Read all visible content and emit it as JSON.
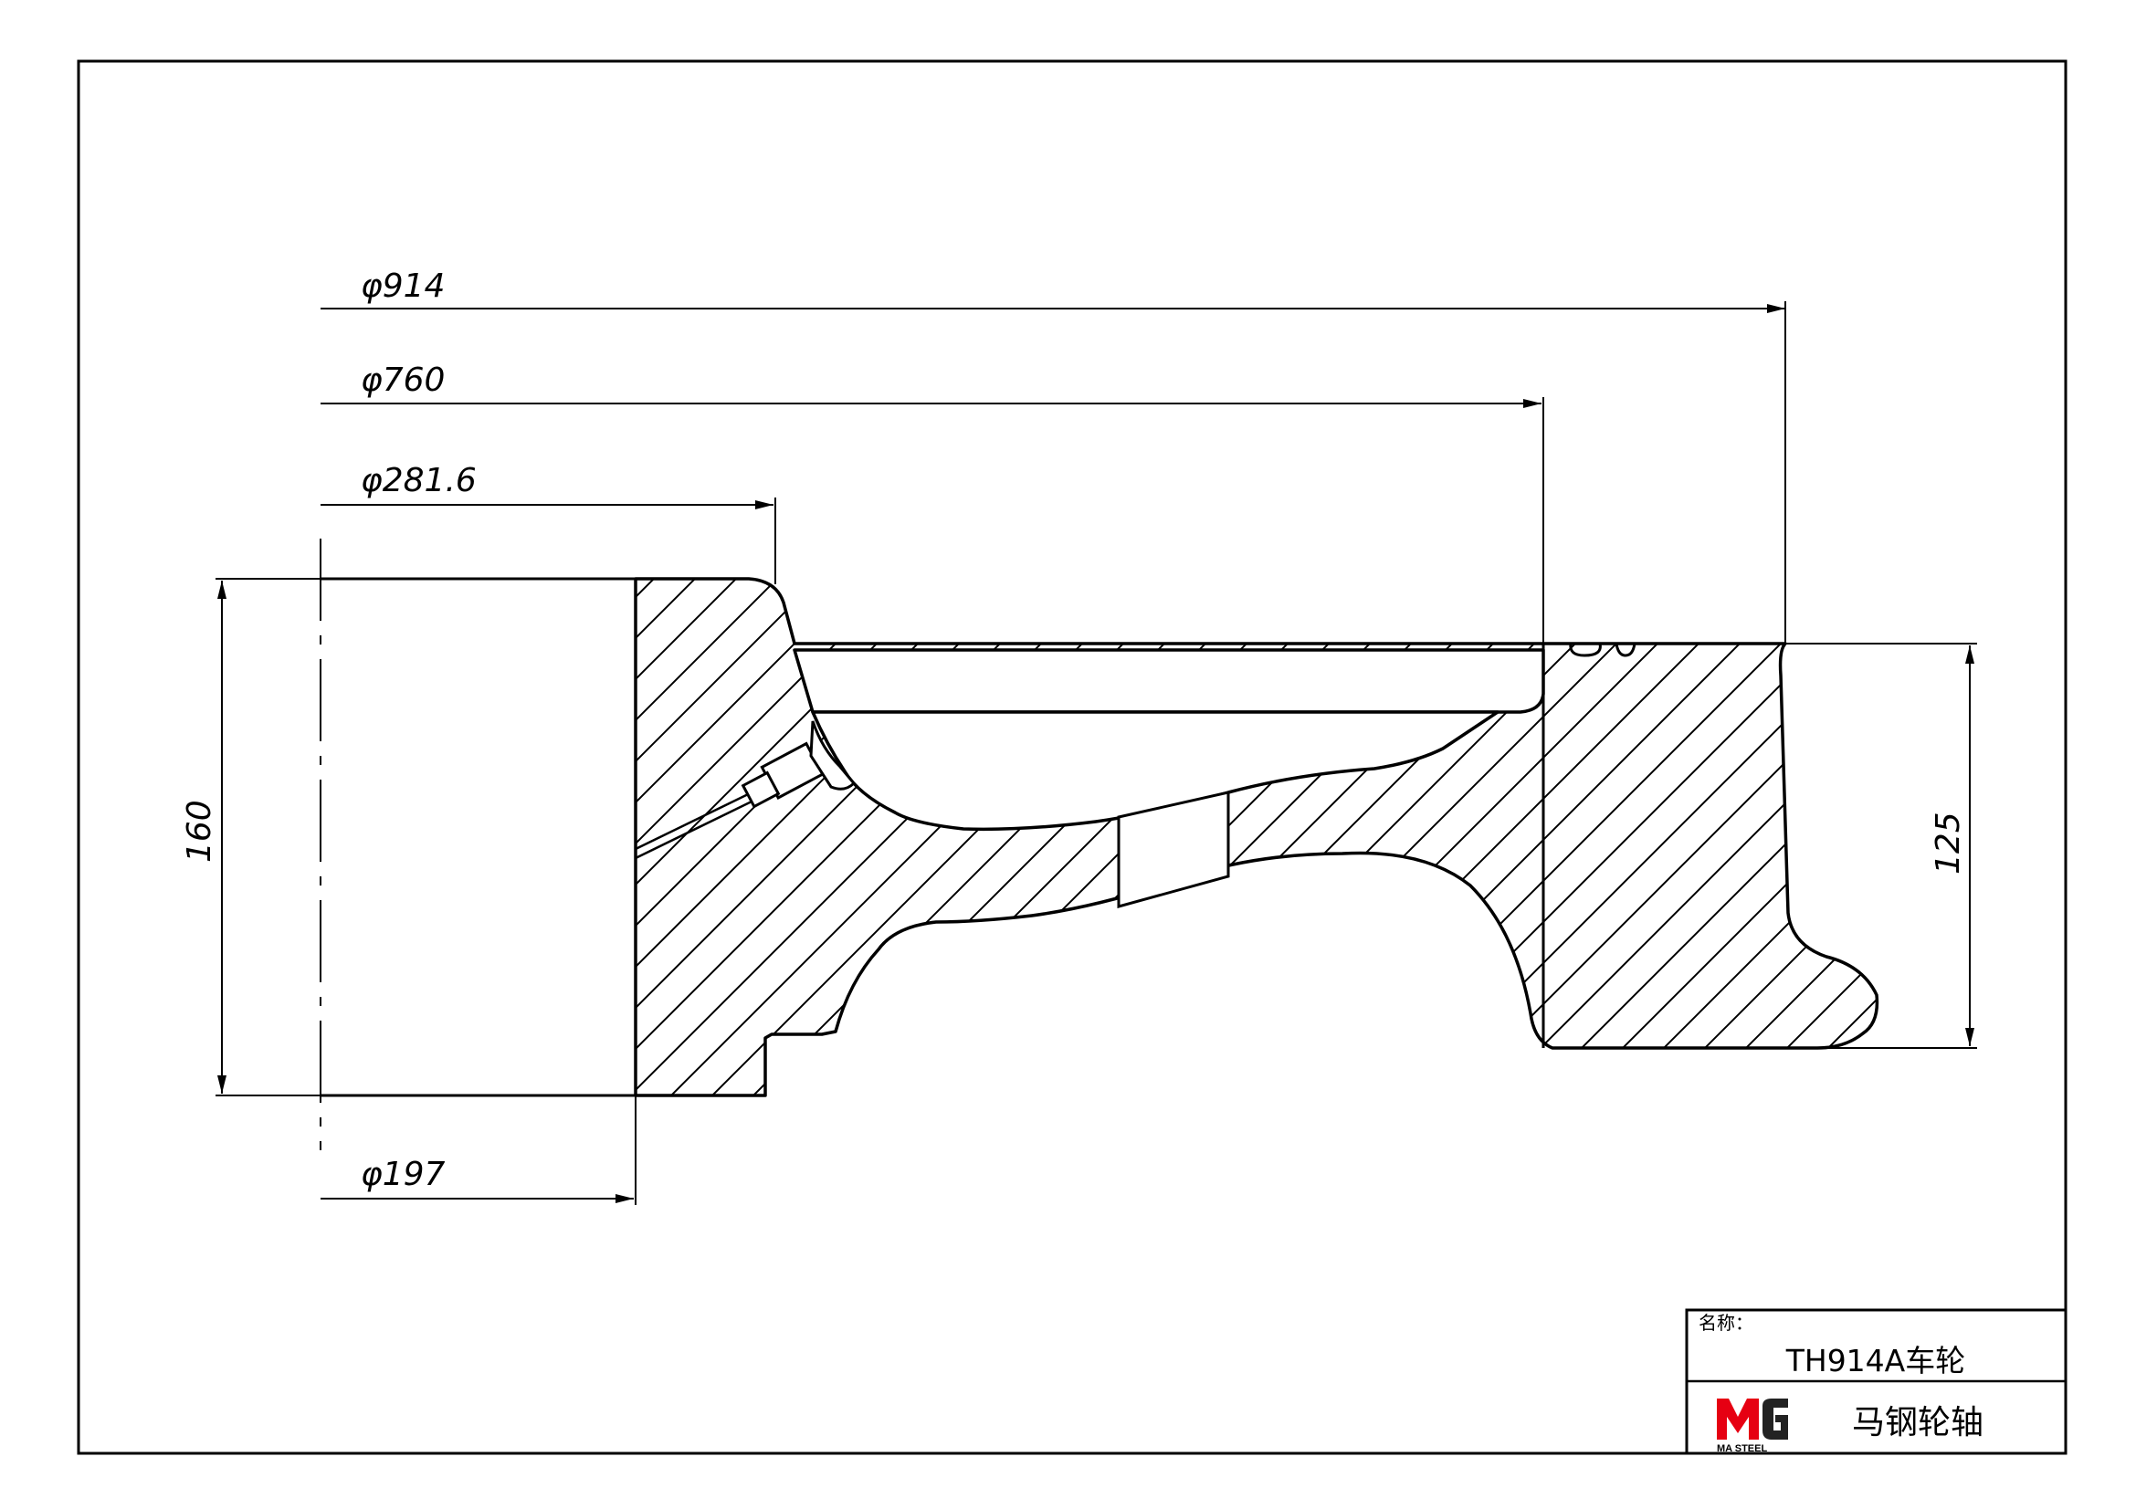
{
  "dimensions": {
    "d914": "φ914",
    "d760": "φ760",
    "d281": "φ281.6",
    "d197": "φ197",
    "h160": "160",
    "h125": "125"
  },
  "title_block": {
    "name_label": "名称：",
    "part_name": "TH914A车轮",
    "company": "马钢轮轴",
    "logo_text": "MA STEEL",
    "logo_colors": {
      "red": "#e60012",
      "dark": "#222222"
    }
  }
}
